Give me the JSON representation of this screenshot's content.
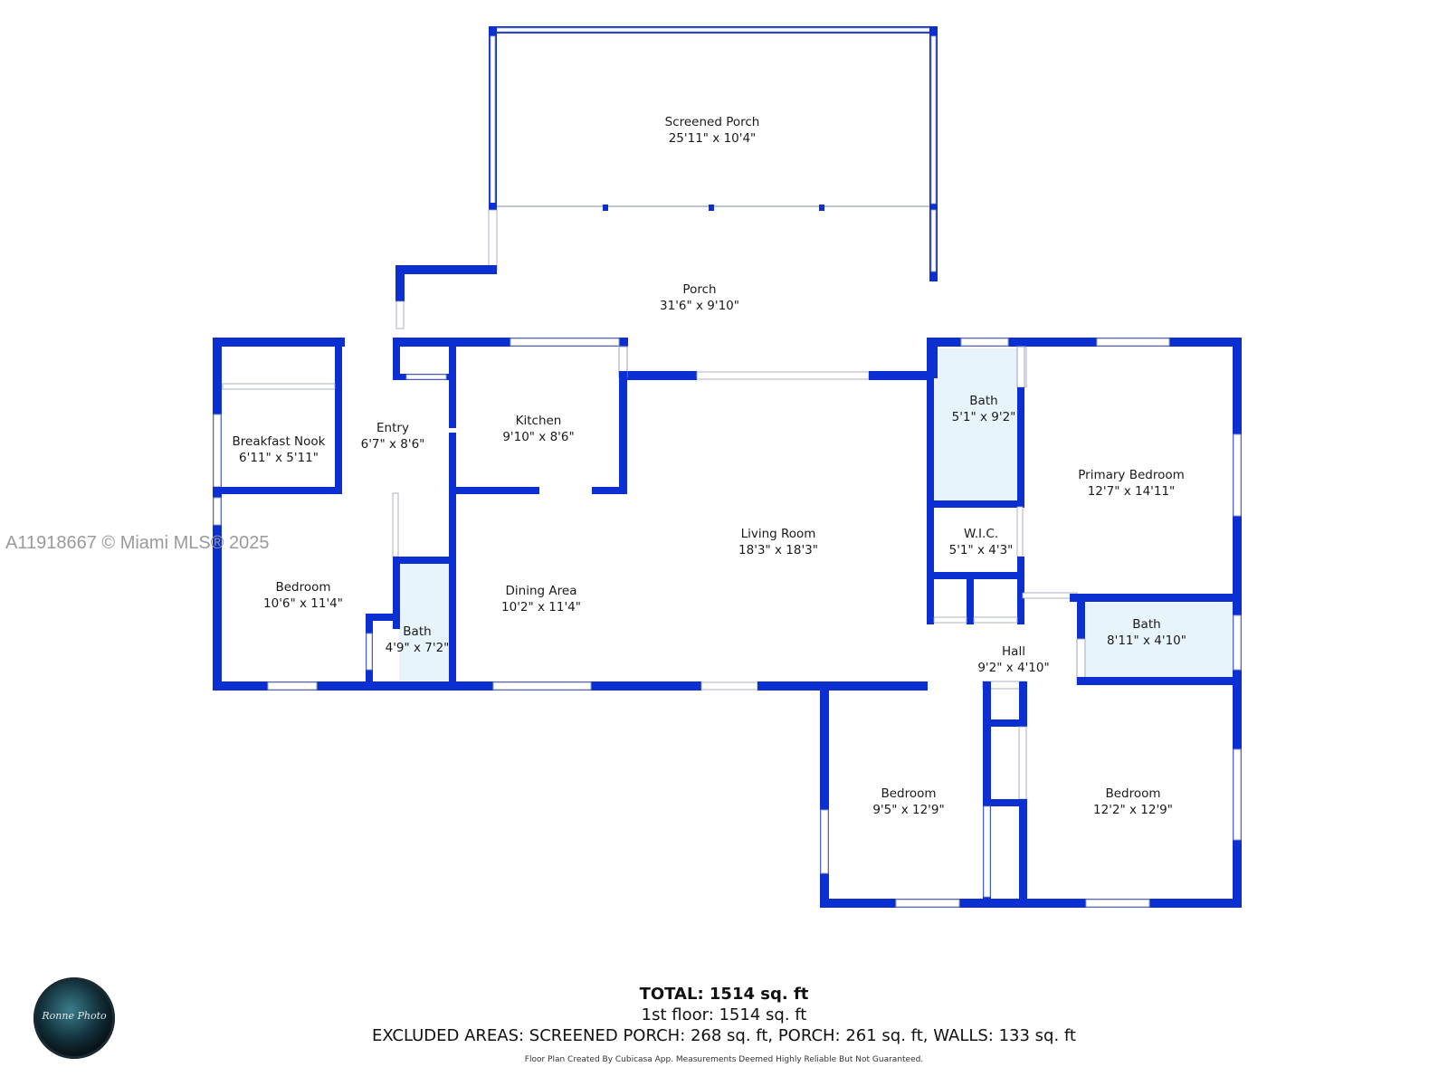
{
  "rooms": {
    "screened_porch": {
      "name": "Screened Porch",
      "dims": "25'11\" x 10'4\""
    },
    "porch": {
      "name": "Porch",
      "dims": "31'6\" x 9'10\""
    },
    "breakfast_nook": {
      "name": "Breakfast Nook",
      "dims": "6'11\" x 5'11\""
    },
    "entry": {
      "name": "Entry",
      "dims": "6'7\" x 8'6\""
    },
    "kitchen": {
      "name": "Kitchen",
      "dims": "9'10\" x 8'6\""
    },
    "bath_1": {
      "name": "Bath",
      "dims": "5'1\" x 9'2\""
    },
    "primary_bedroom": {
      "name": "Primary Bedroom",
      "dims": "12'7\" x 14'11\""
    },
    "wic": {
      "name": "W.I.C.",
      "dims": "5'1\" x 4'3\""
    },
    "living_room": {
      "name": "Living Room",
      "dims": "18'3\" x 18'3\""
    },
    "bedroom_west": {
      "name": "Bedroom",
      "dims": "10'6\" x 11'4\""
    },
    "bath_2": {
      "name": "Bath",
      "dims": "4'9\" x 7'2\""
    },
    "dining_area": {
      "name": "Dining Area",
      "dims": "10'2\" x 11'4\""
    },
    "bath_3": {
      "name": "Bath",
      "dims": "8'11\" x 4'10\""
    },
    "hall": {
      "name": "Hall",
      "dims": "9'2\" x 4'10\""
    },
    "bedroom_south_1": {
      "name": "Bedroom",
      "dims": "9'5\" x 12'9\""
    },
    "bedroom_south_2": {
      "name": "Bedroom",
      "dims": "12'2\" x 12'9\""
    }
  },
  "watermark": "A11918667 © Miami MLS® 2025",
  "summary": {
    "total": "TOTAL: 1514 sq. ft",
    "floor": "1st floor: 1514 sq. ft",
    "excluded": "EXCLUDED AREAS: SCREENED PORCH: 268 sq. ft, PORCH: 261 sq. ft, WALLS: 133 sq. ft",
    "disclaimer": "Floor Plan Created By Cubicasa App. Measurements Deemed Highly Reliable But Not Guaranteed."
  },
  "logo": {
    "text": "Ronne Photo"
  },
  "colors": {
    "wall": "#0b2fd1",
    "bath": "#e8f4fb"
  }
}
